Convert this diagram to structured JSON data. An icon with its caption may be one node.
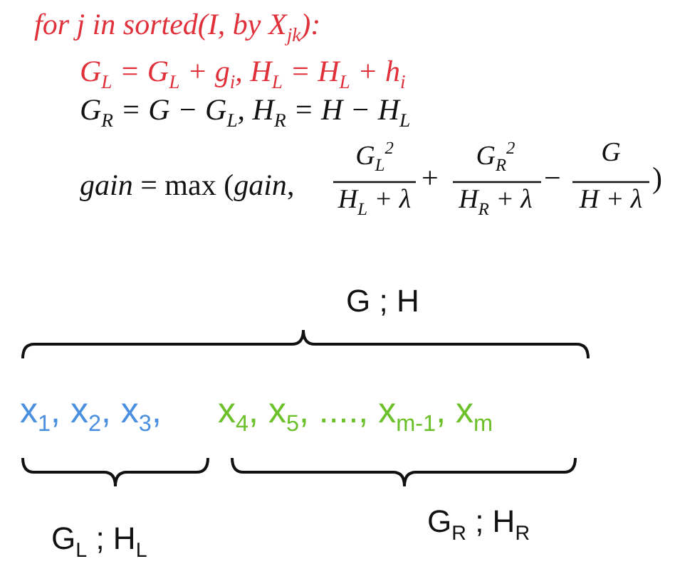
{
  "diagram": {
    "labels": [
      "for j in sorted(I, by X$_{jk}$):",
      "G$_{L}$ = G$_{L}$ + g$_{i}$, H$_{L}$ = H$_{L}$ + h$_{i}$",
      "G$_{R}$ = G − G$_{L}$, H$_{R}$ = H − H$_{L}$",
      "*gain* = max (*gain*,",
      "G$_{L}$$^{2}$",
      "H$_{L}$ + λ",
      "+",
      "G$_{R}$$^{2}$",
      "H$_{R}$ + λ",
      "−",
      "G",
      "H + λ",
      ")",
      "G ; H",
      "x$_{1}$, x$_{2}$, x$_{3}$,",
      "x$_{4}$, x$_{5}$, ...., x$_{m-1}$, x$_{m}$",
      "G$_{L}$ ; H$_{L}$",
      "G$_{R}$ ; H$_{R}$"
    ]
  }
}
